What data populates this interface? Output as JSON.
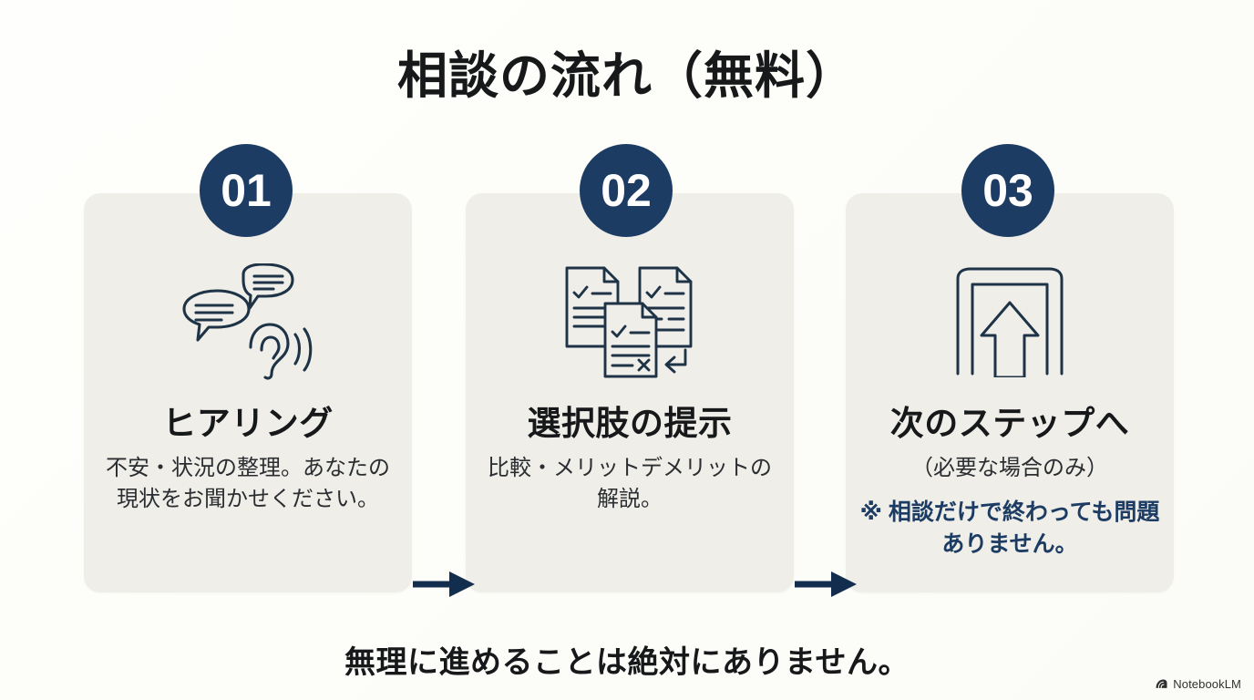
{
  "page": {
    "title": "相談の流れ（無料）",
    "footer_note": "無理に進めることは絶対にありません。",
    "accent_navy": "#1d3c63",
    "card_bg": "#efeee9",
    "background": "#fdfdfb",
    "text_dark": "#16181a"
  },
  "steps": [
    {
      "number": "01",
      "icon": "speech-bubbles-ear-icon",
      "title": "ヒアリング",
      "body": "不安・状況の整理。あなたの現状をお聞かせください。",
      "note": ""
    },
    {
      "number": "02",
      "icon": "documents-checklist-icon",
      "title": "選択肢の提示",
      "body": "比較・メリットデメリットの解説。",
      "note": ""
    },
    {
      "number": "03",
      "icon": "arch-up-arrow-icon",
      "title": "次のステップへ",
      "body": "（必要な場合のみ）",
      "note": "※ 相談だけで終わっても問題ありません。"
    }
  ],
  "connectors": [
    {
      "name": "arrow-step1-to-step2",
      "direction": "right"
    },
    {
      "name": "arrow-step2-to-step3",
      "direction": "right"
    }
  ],
  "watermark": {
    "label": "NotebookLM",
    "icon": "notebooklm-spiral-icon"
  }
}
